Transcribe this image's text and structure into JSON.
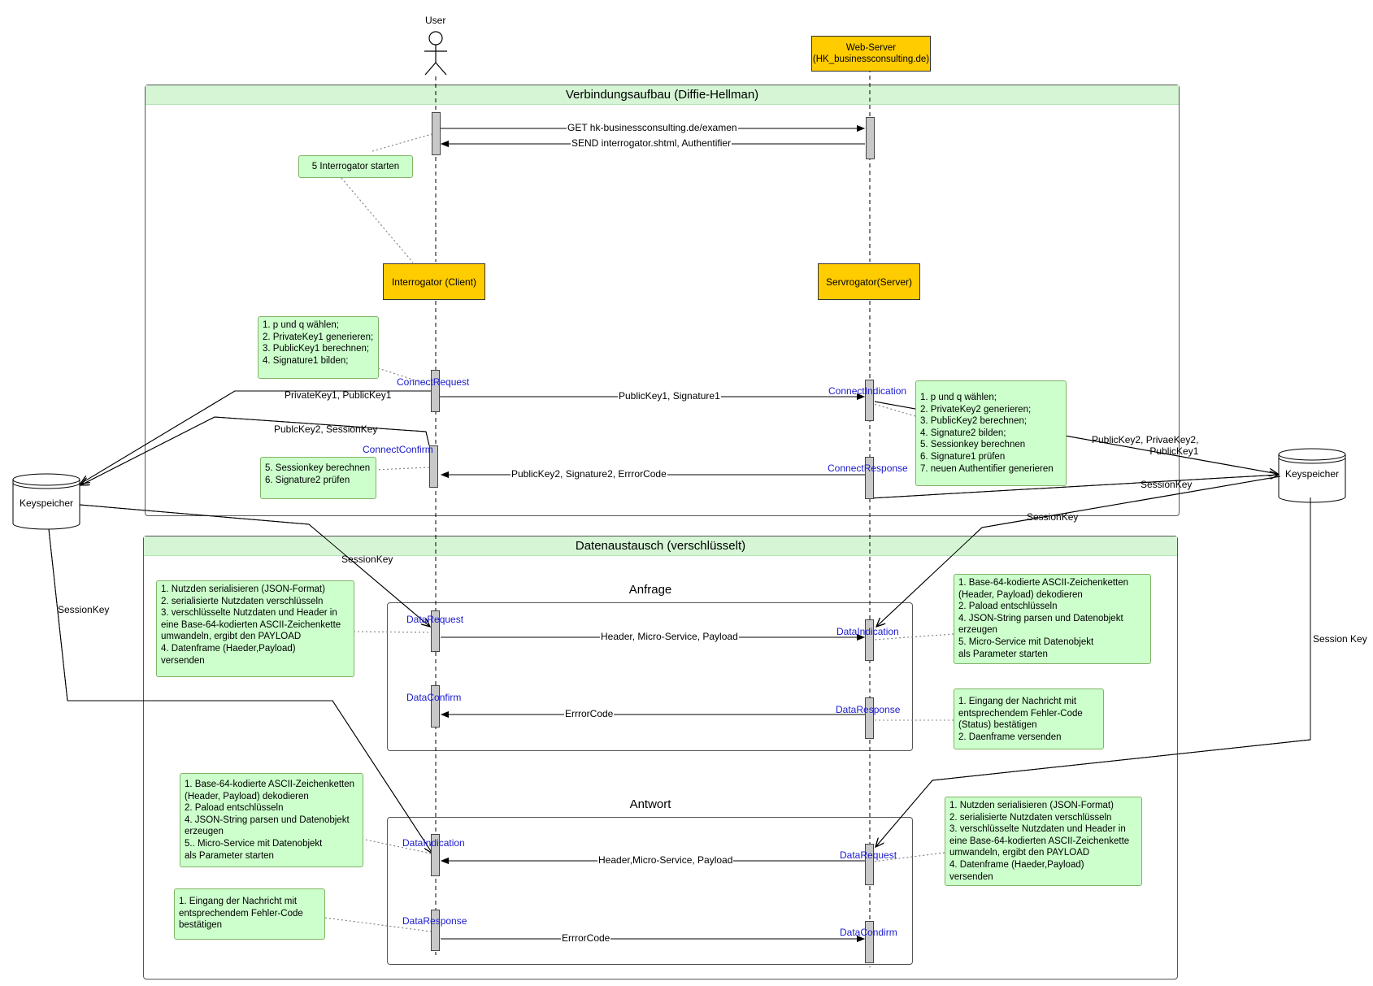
{
  "actors": {
    "user": "User",
    "webserver": "Web-Server\n(HK_businessconsulting.de)",
    "interrogator": "Interrogator (Client)",
    "servrogator": "Servrogator(Server)",
    "keystore_left": "Keyspeicher",
    "keystore_right": "Keyspeicher"
  },
  "frames": {
    "connect": "Verbindungsaufbau (Diffie-Hellman)",
    "data": "Datenaustausch (verschlüsselt)",
    "request": "Anfrage",
    "response": "Antwort"
  },
  "messages": {
    "get": "GET hk-businessconsulting.de/examen",
    "send": "SEND interrogator.shtml, Authentifier",
    "pk1": "PublicKey1, Signature1",
    "pk2": "PublicKey2, Signature2, ErrrorCode",
    "req_payload": "Header, Micro-Service, Payload",
    "req_err": "ErrrorCode",
    "resp_payload": "Header,Micro-Service, Payload",
    "resp_err": "ErrrorCode"
  },
  "primitives": {
    "connect_request": "ConnectRequest",
    "connect_indication": "ConnectIndication",
    "connect_confirm": "ConnectConfirm",
    "connect_response": "ConnectResponse",
    "data_request": "DataRequest",
    "data_indication": "DataIndication",
    "data_confirm": "DataConfirm",
    "data_response": "DataResponse",
    "resp_data_indication": "DataIndication",
    "resp_data_response": "DataResponse",
    "resp_data_request": "DataRequest",
    "resp_data_confirm": "DataCondirm"
  },
  "key_flows": {
    "priv_pub1": "PrivateKey1, PublicKey1",
    "pub2_session": "PublcKey2, SessionKey",
    "pub2_priv2": "PublicKey2, PrivaeKey2,\nPublicKey1",
    "sessionkey_1": "SessionKey",
    "sessionkey_2": "SessionKey",
    "sessionkey_3": "SessionKey",
    "sessionkey_4": "SessionKey",
    "sessionkey_5": "Session Key"
  },
  "notes": {
    "start": "5 Interrogator starten",
    "client_keys": "1. p und q wählen;\n2. PrivateKey1 generieren;\n3. PublicKey1 berechnen;\n4. Signature1 bilden;",
    "server_keys": "1. p und q wählen;\n2. PrivateKey2 generieren;\n3. PublicKey2 berechnen;\n4. Signature2 bilden;\n5. Sessionkey berechnen\n6. Signature1 prüfen\n7. neuen Authentifier generieren",
    "client_session": "5. Sessionkey berechnen\n6. Signature2 prüfen",
    "req_client": "1. Nutzden serialisieren (JSON-Format)\n2. serialisierte Nutzdaten verschlüsseln\n3. verschlüsselte Nutzdaten und Header in\neine Base-64-kodierten ASCII-Zeichenkette\numwandeln, ergibt den PAYLOAD\n4. Datenframe (Haeder,Payload)\nversenden",
    "req_server": "1. Base-64-kodierte ASCII-Zeichenketten\n(Header, Payload) dekodieren\n2. Paload entschlüsseln\n4. JSON-String parsen und Datenobjekt\nerzeugen\n5. Micro-Service mit Datenobjekt\nals Parameter starten",
    "req_server_resp": "1. Eingang der Nachricht mit\nentsprechendem Fehler-Code\n(Status) bestätigen\n2. Daenframe versenden",
    "resp_client": "1. Base-64-kodierte ASCII-Zeichenketten\n(Header, Payload) dekodieren\n2. Paload entschlüsseln\n4. JSON-String parsen und Datenobjekt\nerzeugen\n5.. Micro-Service mit Datenobjekt\nals Parameter starten",
    "resp_client_ack": "1. Eingang der Nachricht mit\nentsprechendem Fehler-Code\nbestätigen",
    "resp_server": "1. Nutzden serialisieren (JSON-Format)\n2. serialisierte Nutzdaten verschlüsseln\n3. verschlüsselte Nutzdaten und Header in\neine Base-64-kodierten ASCII-Zeichenkette\numwandeln, ergibt den PAYLOAD\n4. Datenframe (Haeder,Payload)\nversenden"
  },
  "colors": {
    "note_fill": "#ccffcc",
    "actor_fill": "#ffcc00",
    "frame_header": "#d5f5d5",
    "primitive_text": "#1a1acc"
  }
}
